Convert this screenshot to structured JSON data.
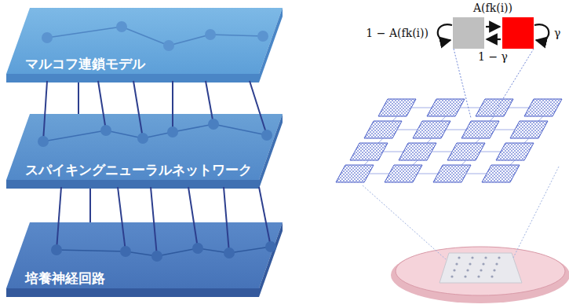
{
  "diagram": {
    "nodes": [
      {
        "text": [
          "マルコフ連鎖モデル"
        ]
      },
      {
        "text": [
          "スパイキングニューラルネットワーク"
        ]
      },
      {
        "text": [
          "培養神経回路"
        ]
      }
    ],
    "edges": [
      {
        "from": 0,
        "to": 1,
        "arrow": "none"
      },
      {
        "from": 1,
        "to": 2,
        "arrow": "none"
      }
    ],
    "labels": [
      "A(fk(i))",
      "1 − A(fk(i))",
      "1 − γ",
      "γ"
    ]
  }
}
